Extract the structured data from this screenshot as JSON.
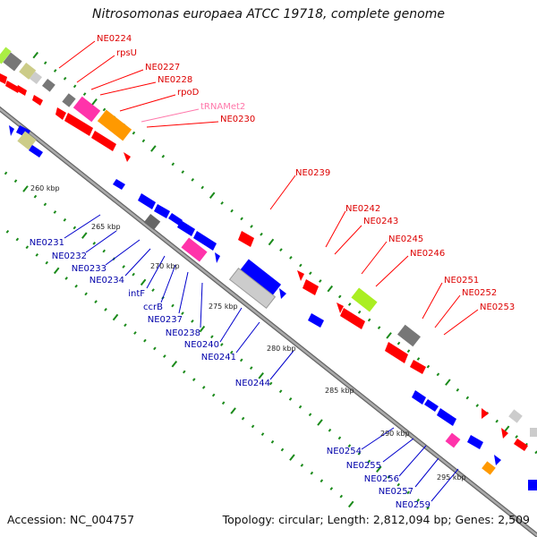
{
  "title": "Nitrosomonas europaea ATCC 19718, complete genome",
  "footer": {
    "accession": "Accession: NC_004757",
    "topology": "Topology: circular; Length: 2,812,094 bp; Genes: 2,509"
  },
  "colors": {
    "backbone": "#888888",
    "tick": "#1a8a1a",
    "red_label": "#dd0000",
    "blue_label": "#0000aa",
    "trna_label": "#ff77aa"
  },
  "scale_labels": [
    "260 kbp",
    "265 kbp",
    "270 kbp",
    "275 kbp",
    "280 kbp",
    "285 kbp",
    "290 kbp",
    "295 kbp"
  ],
  "labels_top": [
    "NE0224",
    "rpsU",
    "NE0227",
    "NE0228",
    "rpoD",
    "tRNAMet2",
    "NE0230",
    "NE0239",
    "NE0242",
    "NE0243",
    "NE0245",
    "NE0246",
    "NE0251",
    "NE0252",
    "NE0253"
  ],
  "labels_bottom": [
    "NE0231",
    "NE0232",
    "NE0233",
    "NE0234",
    "intF",
    "ccrB",
    "NE0237",
    "NE0238",
    "NE0240",
    "NE0241",
    "NE0244",
    "NE0254",
    "NE0255",
    "NE0256",
    "NE0257",
    "NE0259"
  ]
}
